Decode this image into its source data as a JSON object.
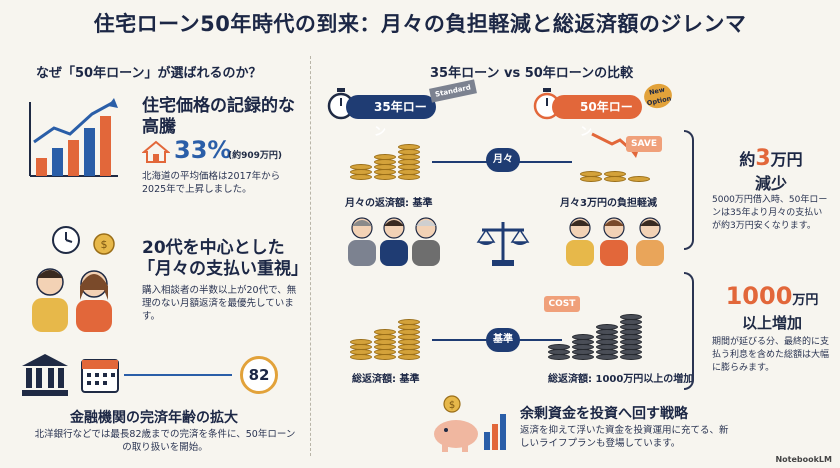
{
  "title": "住宅ローン50年時代の到来：月々の負担軽減と総返済額のジレンマ",
  "left": {
    "section_title": "なぜ「50年ローン」が選ばれるのか？",
    "item1": {
      "heading": "住宅価格の記録的な高騰",
      "percent": "33%",
      "percent_note": "(約909万円)",
      "desc": "北海道の平均価格は2017年から2025年で上昇しました。"
    },
    "item2": {
      "heading_line1": "20代を中心とした",
      "heading_line2": "「月々の支払い重視」",
      "desc": "購入相談者の半数以上が20代で、無理のない月額返済を最優先しています。"
    },
    "item3": {
      "age": "82",
      "heading": "金融機関の完済年齢の拡大",
      "desc": "北洋銀行などでは最長82歳までの完済を条件に、50年ローンの取り扱いを開始。"
    }
  },
  "right": {
    "section_title": "35年ローン vs 50年ローンの比較",
    "pill35": {
      "label": "35年ローン",
      "tag": "Standard"
    },
    "pill50": {
      "label": "50年ローン",
      "tag": "New Option"
    },
    "monthly_center": "月々",
    "total_center": "基準",
    "label_35_monthly": "月々の返済額: 基準",
    "label_50_monthly": "月々3万円の負担軽減",
    "label_35_total": "総返済額: 基準",
    "label_50_total": "総返済額: 1000万円以上の増加",
    "save_tag": "SAVE",
    "cost_tag": "COST",
    "saving": {
      "prefix": "約",
      "number": "3",
      "unit": "万円",
      "suffix": "減少",
      "desc": "5000万円借入時、50年ローンは35年より月々の支払いが約3万円安くなります。"
    },
    "increase": {
      "number": "1000",
      "unit": "万円",
      "suffix": "以上増加",
      "desc": "期間が延びる分、最終的に支払う利息を含めた総額は大幅に膨らみます。"
    },
    "strategy": {
      "heading": "余剰資金を投資へ回す戦略",
      "desc": "返済を抑えて浮いた資金を投資運用に充てる、新しいライフプランも登場しています。"
    }
  },
  "footer": "NotebookLM",
  "colors": {
    "navy": "#1f3c73",
    "orange": "#e2673a",
    "blue": "#2a5ea8",
    "bg": "#f7f5ef"
  }
}
